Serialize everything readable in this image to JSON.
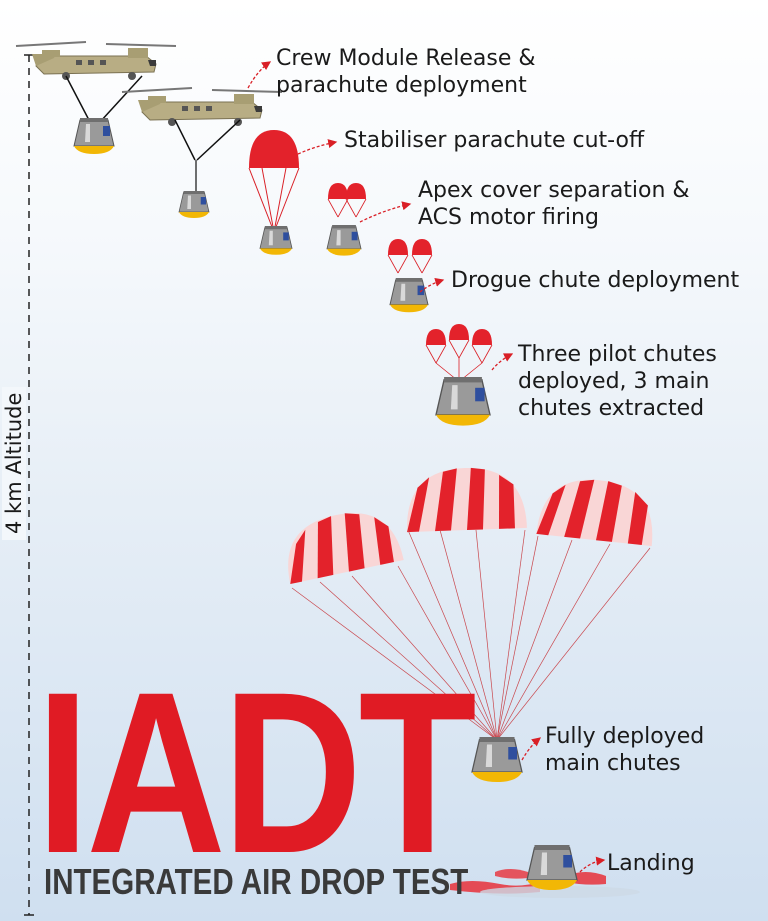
{
  "altitude_label": "4 km Altitude",
  "title": "IADT",
  "subtitle": "INTEGRATED AIR DROP TEST",
  "steps": [
    {
      "lines": [
        "Crew Module Release &",
        "parachute deployment"
      ]
    },
    {
      "lines": [
        "Stabiliser parachute cut-off"
      ]
    },
    {
      "lines": [
        "Apex cover separation &",
        "ACS motor firing"
      ]
    },
    {
      "lines": [
        "Drogue chute deployment"
      ]
    },
    {
      "lines": [
        "Three pilot chutes",
        "deployed, 3 main",
        "chutes extracted"
      ]
    },
    {
      "lines": [
        "Fully deployed",
        "main chutes"
      ]
    },
    {
      "lines": [
        "Landing"
      ]
    }
  ],
  "colors": {
    "title": "#e01b24",
    "subtitle": "#3a3a3a",
    "chute_red": "#e3222b",
    "chute_stripe_light": "#f9d6d6",
    "capsule_body": "#9a9a9a",
    "capsule_base": "#f2b705",
    "capsule_window": "#2f4f9e",
    "helicopter": "#b8ad84",
    "splash": "#e8303a"
  },
  "icons": [
    "helicopter-icon",
    "crew-module-icon",
    "parachute-icon",
    "splash-icon",
    "dashed-altitude-line",
    "callout-arrow-icon"
  ]
}
